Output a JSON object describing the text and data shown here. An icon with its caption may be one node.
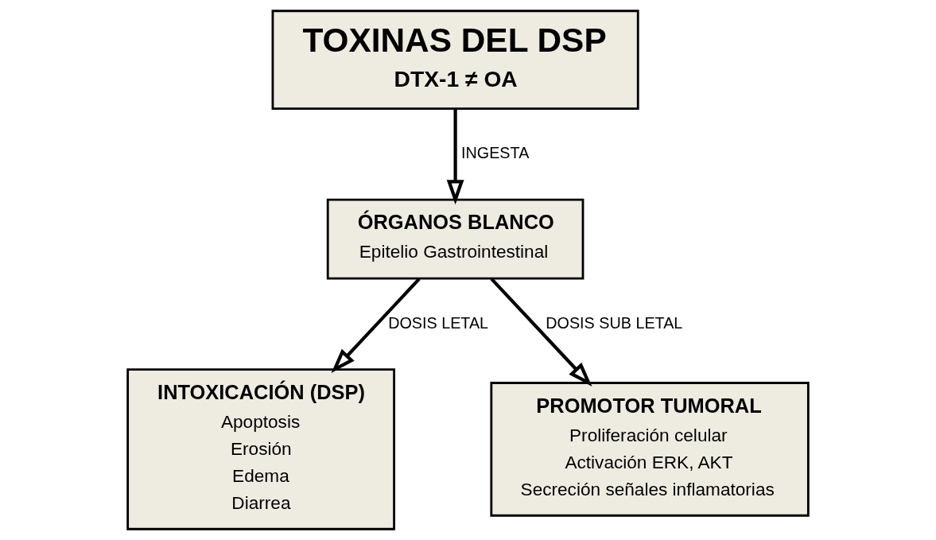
{
  "diagram": {
    "nodes": [
      {
        "text": [
          "TOXINAS DEL DSP",
          "DTX-1 ≠ OA"
        ]
      },
      {
        "text": [
          "ÓRGANOS BLANCO",
          "Epitelio Gastrointestinal"
        ]
      },
      {
        "text": [
          "INTOXICACIÓN (DSP)",
          "Apoptosis",
          "Erosión",
          "Edema",
          "Diarrea"
        ]
      },
      {
        "text": [
          "PROMOTOR TUMORAL",
          "Proliferación celular",
          "Activación ERK, AKT",
          "Secreción señales inflamatorias"
        ]
      }
    ],
    "edges": [
      {
        "from": 0,
        "to": 1,
        "arrow": "to",
        "label": "INGESTA"
      },
      {
        "from": 1,
        "to": 2,
        "arrow": "to",
        "label": "DOSIS LETAL"
      },
      {
        "from": 1,
        "to": 3,
        "arrow": "to",
        "label": "DOSIS SUB LETAL"
      }
    ]
  }
}
